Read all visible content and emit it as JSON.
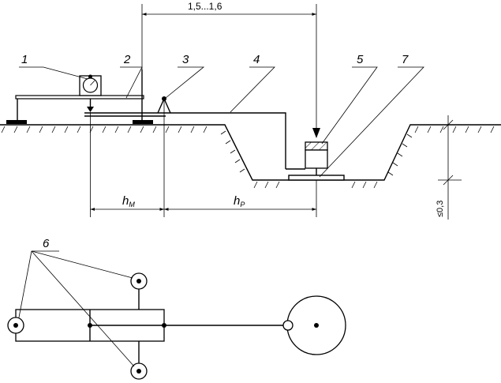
{
  "labels": {
    "l1": "1",
    "l2": "2",
    "l3": "3",
    "l4": "4",
    "l5": "5",
    "l6": "6",
    "l7": "7"
  },
  "dimensions": {
    "top_span": "1,5...1,6",
    "h_m_main": "h",
    "h_m_sub": "M",
    "h_p_main": "h",
    "h_p_sub": "P",
    "depth": "≤0,3"
  }
}
